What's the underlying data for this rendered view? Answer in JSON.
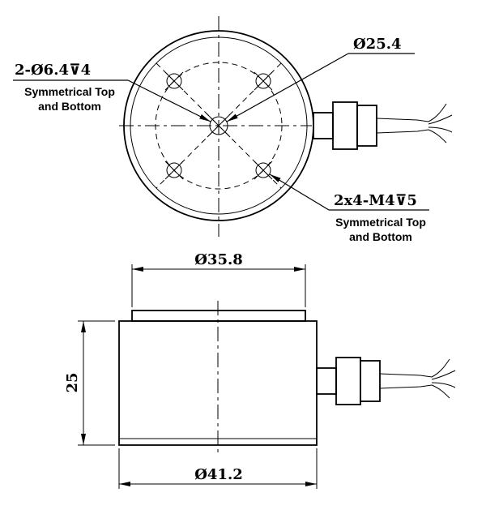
{
  "drawing": {
    "line_color": "#000000",
    "background_color": "#ffffff",
    "top_view": {
      "dia_label": "Ø25.4",
      "counterbore": {
        "label": "2-Ø6.4⊽4",
        "note1": "Symmetrical Top",
        "note2": "and Bottom"
      },
      "thread": {
        "label": "2x4-M4⊽5",
        "note1": "Symmetrical Top",
        "note2": "and Bottom"
      }
    },
    "side_view": {
      "top_dia": "Ø35.8",
      "height": "25",
      "bottom_dia": "Ø41.2"
    }
  }
}
